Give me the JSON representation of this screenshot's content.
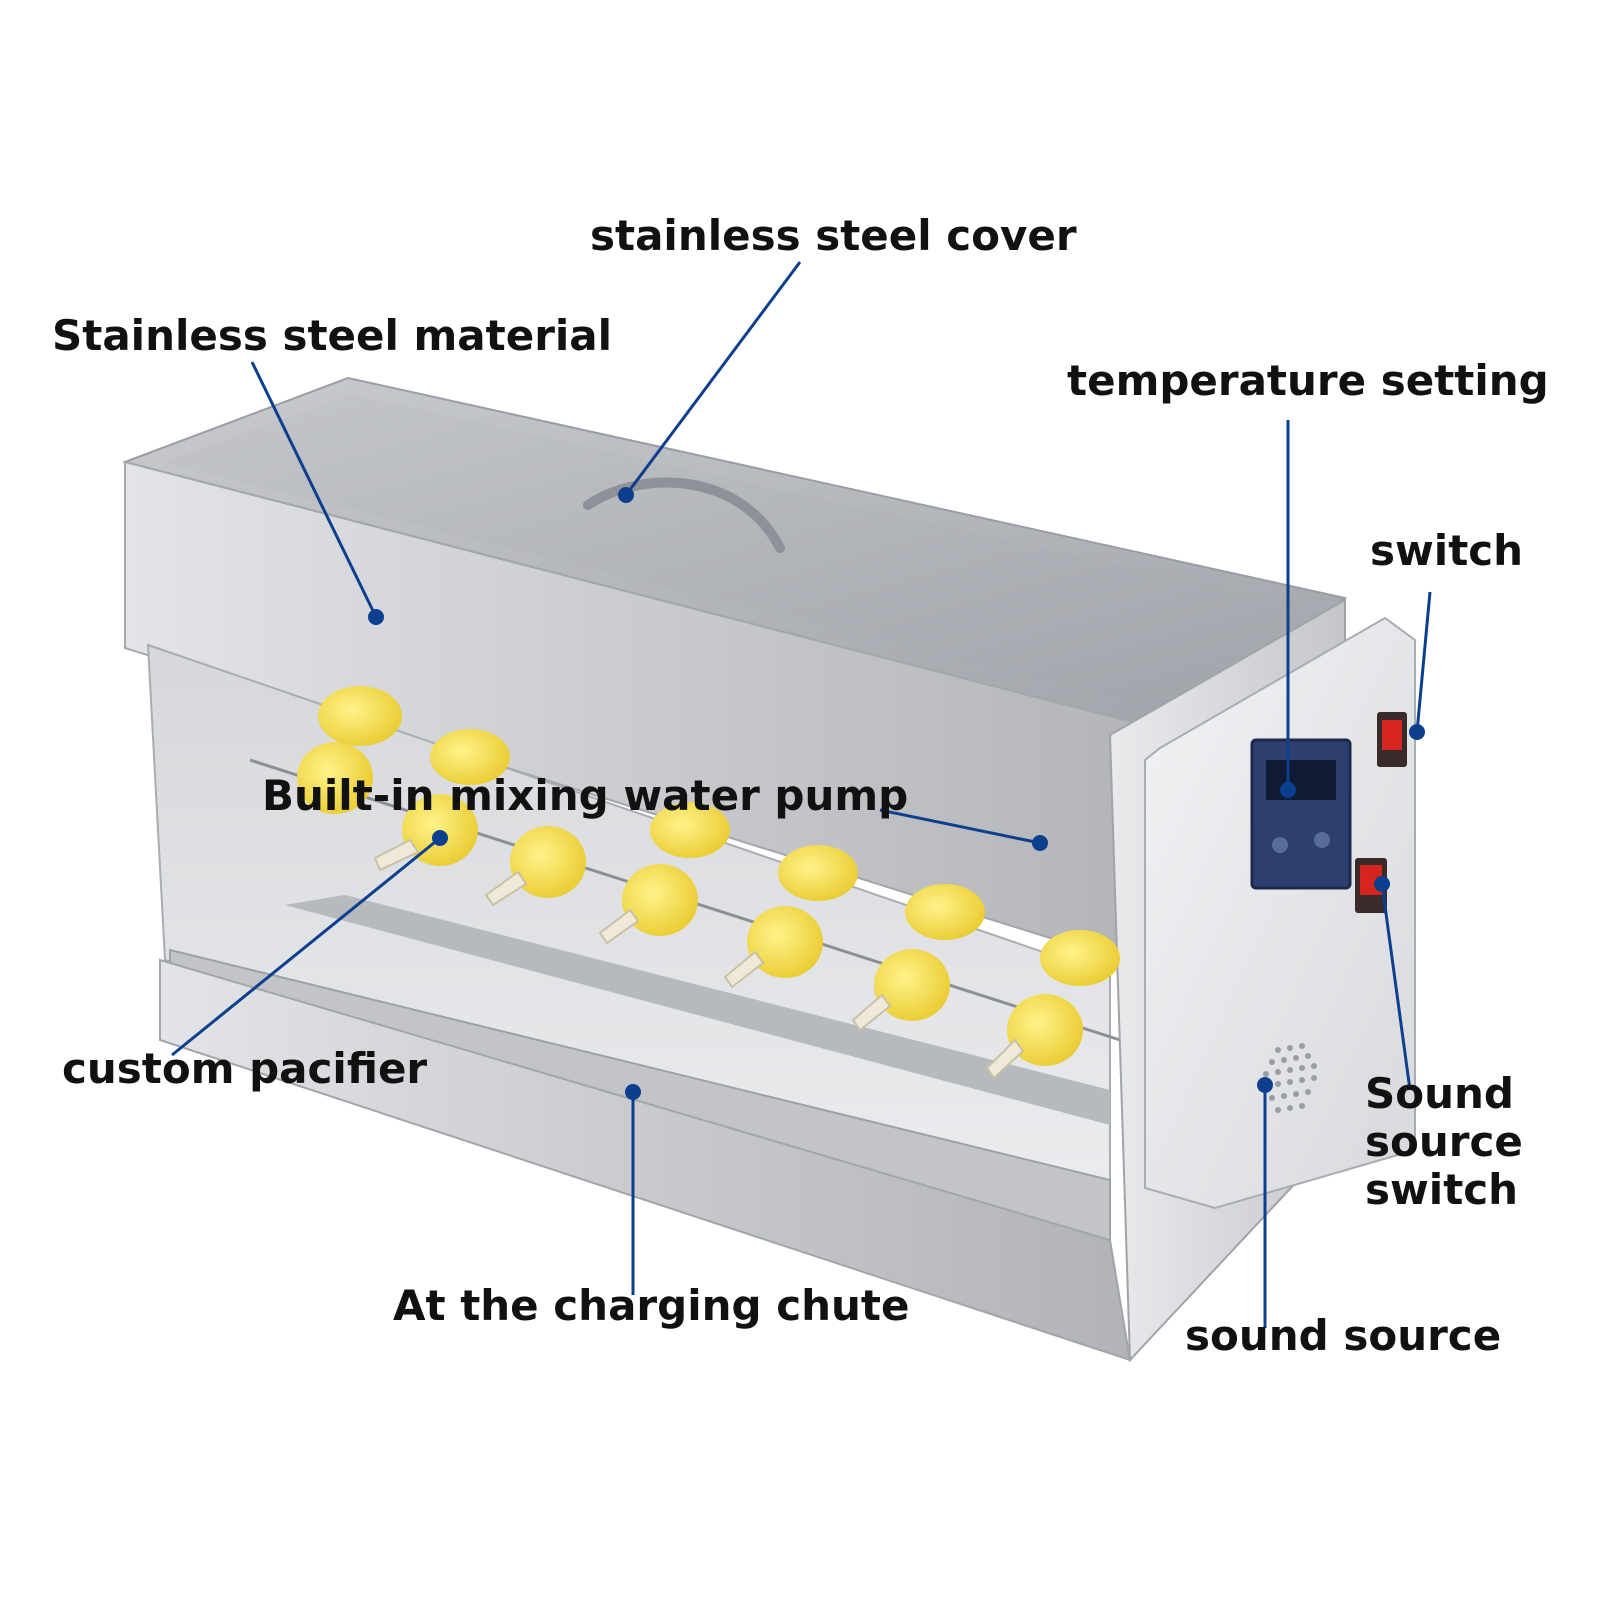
{
  "diagram": {
    "callout_color": "#0d3f8f",
    "labels": {
      "stainless_steel_cover": "stainless steel cover",
      "stainless_steel_material": "Stainless steel material",
      "temperature_setting": "temperature setting",
      "switch": "switch",
      "built_in_pump": "Built-in mixing water pump",
      "custom_pacifier": "custom pacifier",
      "sound_source_switch_line1": "Sound",
      "sound_source_switch_line2": "source",
      "sound_source_switch_line3": "switch",
      "charging_chute": "At the charging chute",
      "sound_source": "sound source"
    },
    "machine": {
      "bottle_cap_color": "#f2e23a",
      "indicator_red": "#d6241e",
      "display_color": "#2c3f6e"
    }
  }
}
